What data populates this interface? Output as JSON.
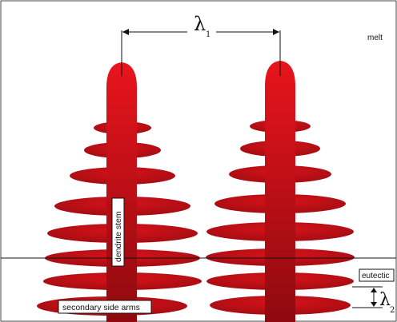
{
  "labels": {
    "melt": "melt",
    "eutectic": "eutectic",
    "dendrite_stem": "dendrite stem",
    "secondary_side_arms": "secondary side arms"
  },
  "symbols": {
    "primary_spacing": "λ",
    "primary_spacing_sub": "1",
    "secondary_spacing": "λ",
    "secondary_spacing_sub": "2"
  },
  "colors": {
    "dendrite_light": "#e8141c",
    "dendrite_dark": "#8e0a0f",
    "outline": "#111111"
  }
}
